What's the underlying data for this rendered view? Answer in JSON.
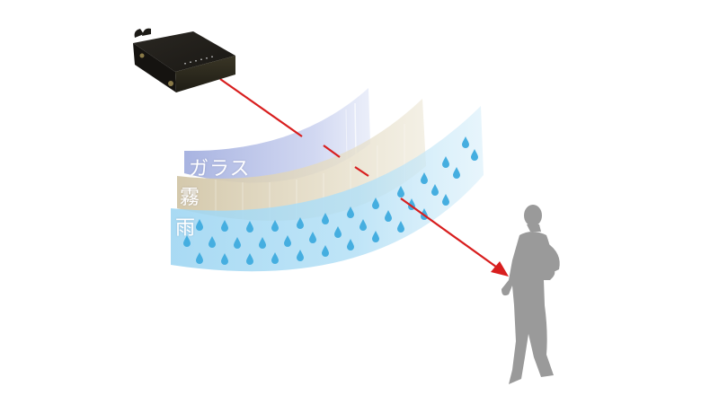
{
  "diagram": {
    "description": "Laser sensor beam passing through glass, fog and rain layers to detect a person",
    "layers": [
      {
        "id": "glass",
        "label": "ガラス",
        "color": "#aeb8e2"
      },
      {
        "id": "fog",
        "label": "霧",
        "color": "#d9cfb6"
      },
      {
        "id": "rain",
        "label": "雨",
        "color": "#a9dbf3",
        "drop_color": "#45aee0"
      }
    ],
    "beam_color": "#d81e1e",
    "sensor_color": "#1c1a16",
    "person_color": "#9a9a9a",
    "nodes": [
      {
        "id": "sensor",
        "kind": "laser-sensor-device"
      },
      {
        "id": "person",
        "kind": "walking-person-silhouette"
      }
    ],
    "edges": [
      {
        "from": "sensor",
        "to": "person",
        "kind": "laser-beam-arrow",
        "passes_through": [
          "glass",
          "fog",
          "rain"
        ]
      }
    ]
  }
}
